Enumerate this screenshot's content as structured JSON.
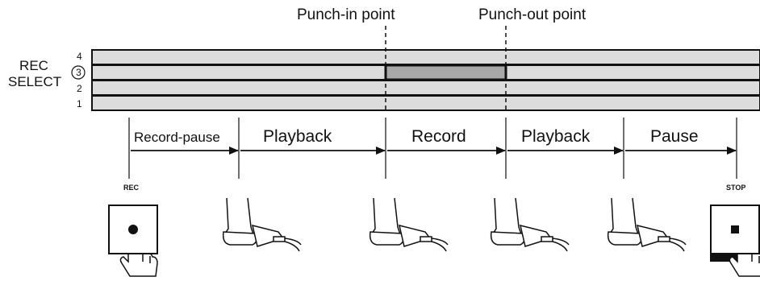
{
  "header": {
    "punch_in": "Punch-in point",
    "punch_out": "Punch-out point"
  },
  "rec_select": {
    "line1": "REC",
    "line2": "SELECT",
    "tracks": [
      "4",
      "3",
      "2",
      "1"
    ],
    "selected_track": "3"
  },
  "segments": [
    {
      "label": "Record-pause"
    },
    {
      "label": "Playback"
    },
    {
      "label": "Record"
    },
    {
      "label": "Playback"
    },
    {
      "label": "Pause"
    }
  ],
  "buttons": {
    "rec_label": "REC",
    "stop_label": "STOP"
  },
  "colors": {
    "track_fill": "#dcdcdc",
    "recorded_region": "#a8a8a8",
    "line": "#111111"
  },
  "icons": [
    "record-dot-icon",
    "stop-square-icon",
    "finger-press-icon",
    "foot-pedal-icon"
  ]
}
